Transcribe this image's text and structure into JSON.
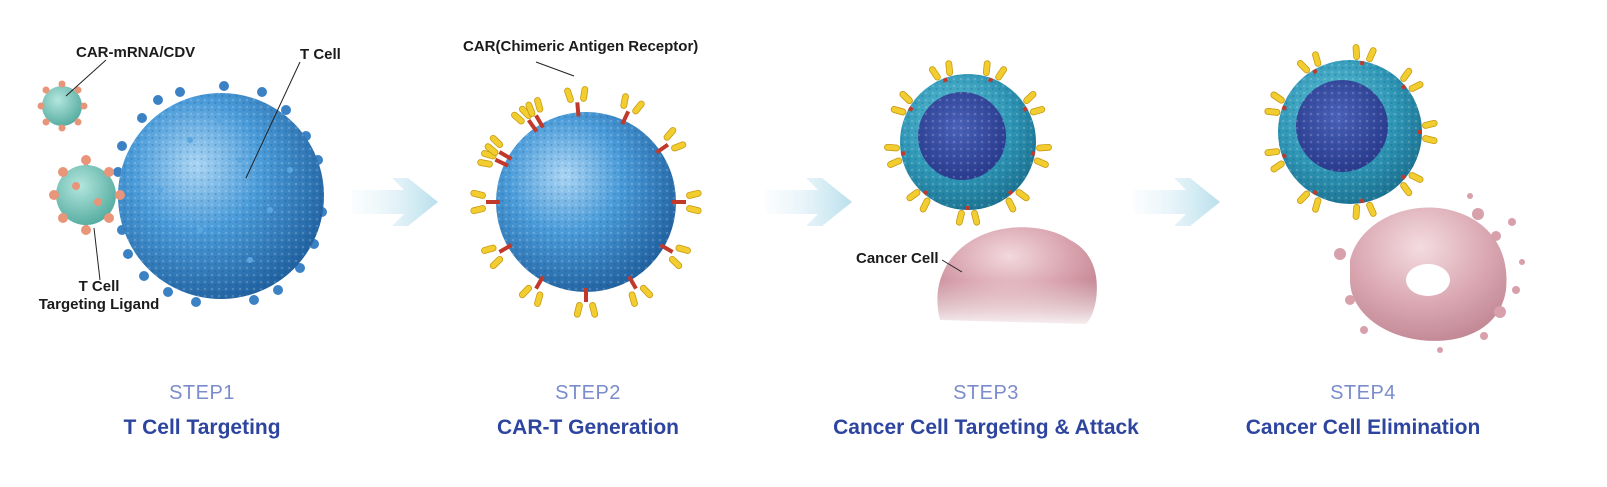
{
  "labels": {
    "car_mrna_cdv": "CAR-mRNA/CDV",
    "t_cell": "T Cell",
    "t_cell_ligand_line1": "T Cell",
    "t_cell_ligand_line2": "Targeting Ligand",
    "car_receptor": "CAR(Chimeric Antigen Receptor)",
    "cancer_cell": "Cancer Cell"
  },
  "steps": [
    {
      "number": "STEP1",
      "title": "T Cell Targeting"
    },
    {
      "number": "STEP2",
      "title": "CAR-T Generation"
    },
    {
      "number": "STEP3",
      "title": "Cancer Cell Targeting & Attack"
    },
    {
      "number": "STEP4",
      "title": "Cancer Cell Elimination"
    }
  ],
  "colors": {
    "t_cell": "#3d8fd0",
    "car_receptor": "#f1cd30",
    "car_stalk": "#c0392b",
    "vesicle": "#66c1b4",
    "vesicle_spike": "#e8957a",
    "cancer_cell": "#d9a9b2",
    "arrow": "#c4e4ef",
    "step_number": "#7b8ccc",
    "step_title": "#2e45a0"
  }
}
